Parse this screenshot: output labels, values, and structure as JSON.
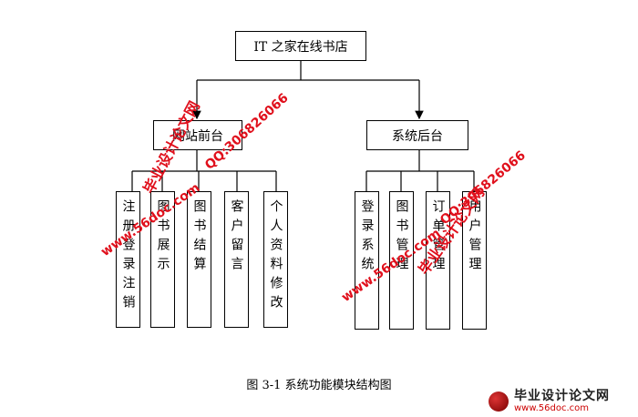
{
  "diagram": {
    "root": "IT 之家在线书店",
    "front_node": "网站前台",
    "back_node": "系统后台",
    "front_children": [
      "注册登录注销",
      "图书展示",
      "图书结算",
      "客户留言",
      "个人资料修改"
    ],
    "back_children": [
      "登录系统",
      "图书管理",
      "订单管理",
      "用户管理"
    ]
  },
  "caption": "图 3-1   系统功能模块结构图",
  "watermarks": {
    "url": "www.56doc.com",
    "title": "毕业设计论文网",
    "qq": "QQ:306826066"
  },
  "logo": {
    "text": "毕业设计论文网",
    "url": "www.56doc.com"
  }
}
